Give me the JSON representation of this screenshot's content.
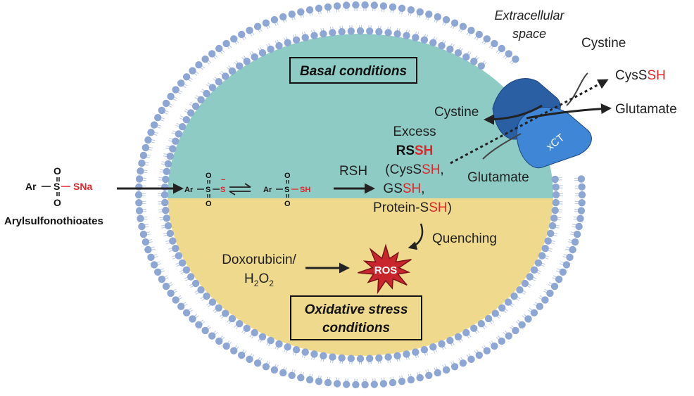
{
  "colors": {
    "basal_region": "#8ecbc4",
    "stress_region": "#efd98d",
    "membrane_head": "#8ea6d4",
    "membrane_tail": "#b9c7e4",
    "transporter": "#3f86d6",
    "transporter_dark": "#2a5fa3",
    "ros_burst": "#c9252c",
    "thiol_red": "#e0262b",
    "arrow": "#222222"
  },
  "icons": {
    "transporter": "xct-transporter-icon",
    "burst": "ros-burst-icon"
  },
  "labels": {
    "extracellular_line1": "Extracellular",
    "extracellular_line2": "space",
    "basal_conditions": "Basal conditions",
    "oxidative_line1": "Oxidative stress",
    "oxidative_line2": "conditions",
    "cystine_outside": "Cystine",
    "cystine_inside": "Cystine",
    "cysssh_out_prefix": "CysS",
    "cysssh_out_suffix": "SH",
    "glutamate_outside": "Glutamate",
    "glutamate_inside": "Glutamate",
    "xct": "xCT",
    "excess": "Excess",
    "rssh_prefix": "RS",
    "rssh_suffix": "SH",
    "list_l1_a": "(CysS",
    "list_l1_b": "SH",
    "list_l1_c": ",",
    "list_l2_a": "GS",
    "list_l2_b": "SH",
    "list_l2_c": ",",
    "list_l3_a": "Protein-S",
    "list_l3_b": "SH",
    "list_l3_c": ")",
    "rsh": "RSH",
    "quenching": "Quenching",
    "doxorubicin": "Doxorubicin/",
    "h2o2_h": "H",
    "h2o2_2a": "2",
    "h2o2_o": "O",
    "h2o2_2b": "2",
    "ros": "ROS",
    "arylsulfonothioates": "Arylsulfonothioates"
  },
  "chem": {
    "ar": "Ar",
    "s": "S",
    "o": "O",
    "sna": "SNa",
    "s_anion": "S",
    "minus": "−",
    "sh": "SH",
    "bond_h": "–",
    "dash": "—"
  }
}
